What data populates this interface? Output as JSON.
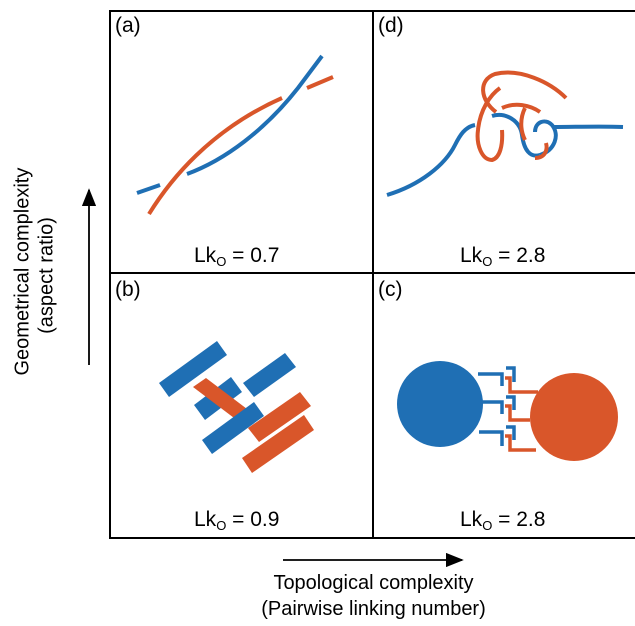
{
  "panels": {
    "a": {
      "label": "(a)",
      "lk_prefix": "Lk",
      "lk_sub": "O",
      "lk_value": "= 0.7"
    },
    "b": {
      "label": "(b)",
      "lk_prefix": "Lk",
      "lk_sub": "O",
      "lk_value": "= 0.9"
    },
    "c": {
      "label": "(c)",
      "lk_prefix": "Lk",
      "lk_sub": "O",
      "lk_value": "= 2.8"
    },
    "d": {
      "label": "(d)",
      "lk_prefix": "Lk",
      "lk_sub": "O",
      "lk_value": "= 2.8"
    }
  },
  "axes": {
    "x_label_line1": "Topological complexity",
    "x_label_line2": "(Pairwise linking number)",
    "y_label_line1": "Geometrical complexity",
    "y_label_line2": "(aspect ratio)"
  },
  "colors": {
    "blue": "#1f6fb4",
    "orange": "#d9562a"
  }
}
